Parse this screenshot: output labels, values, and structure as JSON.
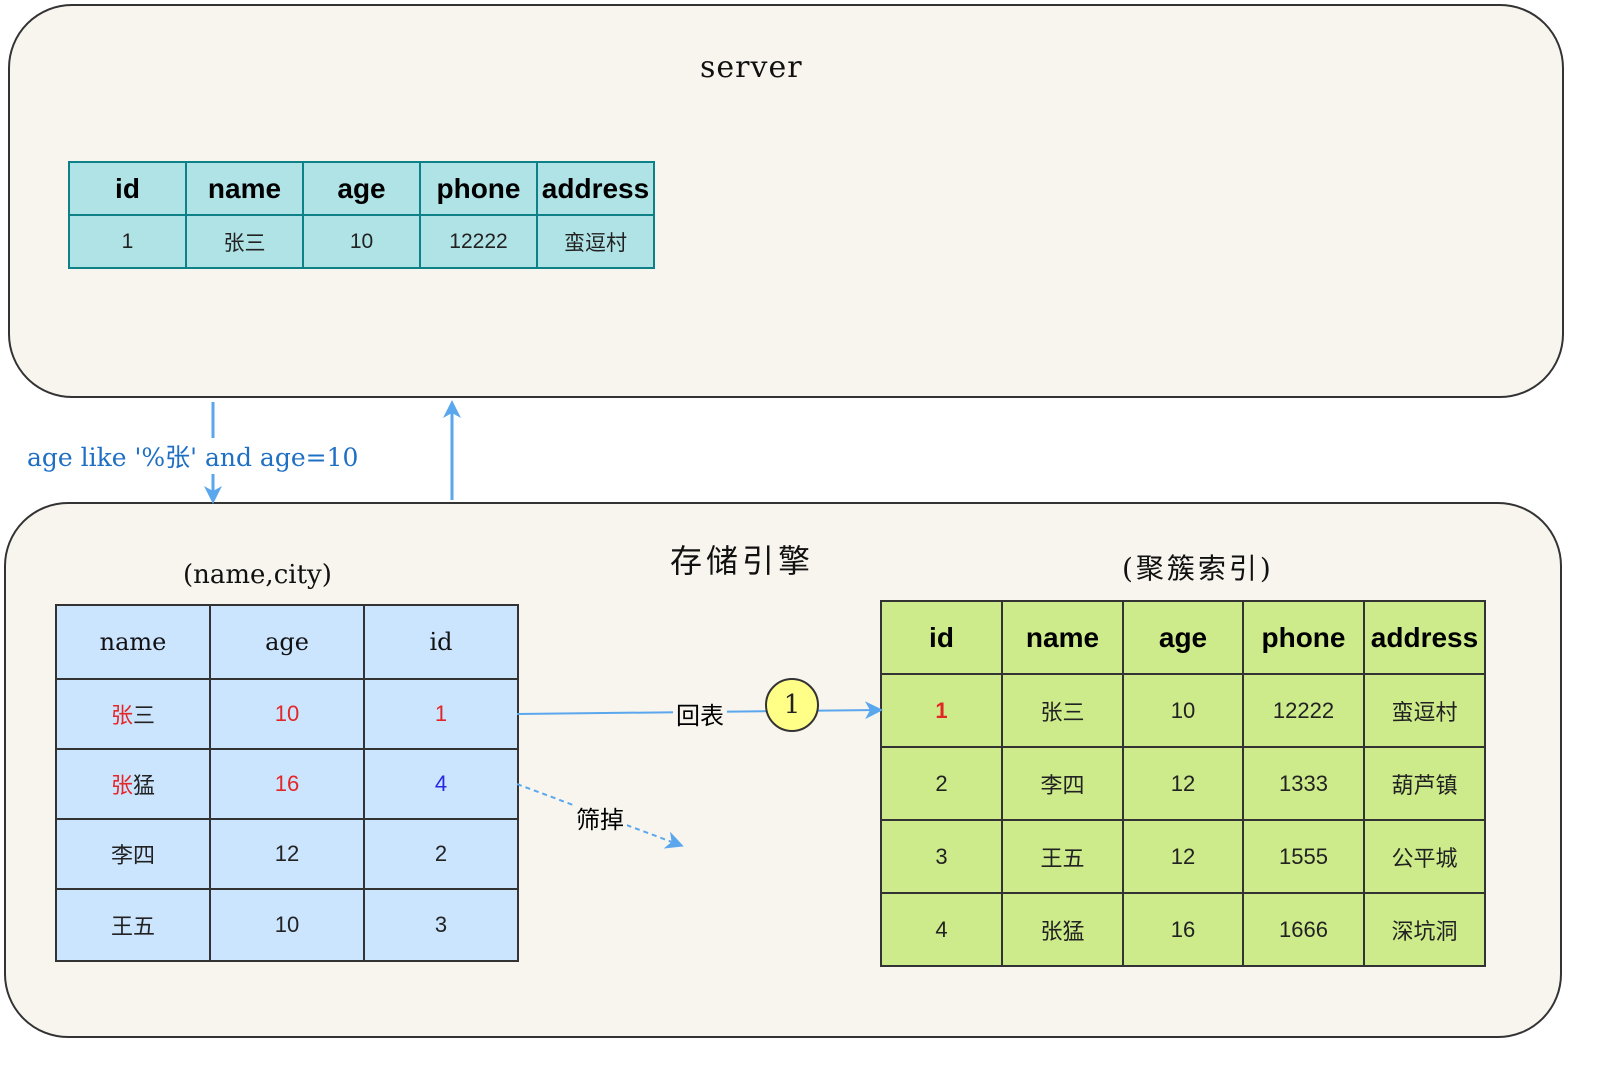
{
  "server": {
    "title": "server",
    "table": {
      "headers": [
        "id",
        "name",
        "age",
        "phone",
        "address"
      ],
      "rows": [
        [
          "1",
          "张三",
          "10",
          "12222",
          "蛮逗村"
        ]
      ]
    }
  },
  "query_label": "age like '%张' and age=10",
  "engine": {
    "title": "存储引擎",
    "index_title": "(name,city)",
    "index_table": {
      "headers": [
        "name",
        "age",
        "id"
      ],
      "rows": [
        [
          {
            "prefix": "张",
            "rest": "三"
          },
          "10",
          "1"
        ],
        [
          {
            "prefix": "张",
            "rest": "猛"
          },
          "16",
          "4"
        ],
        [
          "李四",
          "12",
          "2"
        ],
        [
          "王五",
          "10",
          "3"
        ]
      ]
    },
    "clustered_title": "(聚簇索引)",
    "clustered_table": {
      "headers": [
        "id",
        "name",
        "age",
        "phone",
        "address"
      ],
      "rows": [
        [
          "1",
          "张三",
          "10",
          "12222",
          "蛮逗村"
        ],
        [
          "2",
          "李四",
          "12",
          "1333",
          "葫芦镇"
        ],
        [
          "3",
          "王五",
          "12",
          "1555",
          "公平城"
        ],
        [
          "4",
          "张猛",
          "16",
          "1666",
          "深坑洞"
        ]
      ]
    }
  },
  "edges": {
    "lookup_label": "回表",
    "filter_label": "筛掉",
    "step_number": "1"
  },
  "colors": {
    "arrow": "#5aa7ee",
    "query_text": "#1f6fc4",
    "highlight_red": "#e32626",
    "highlight_blue": "#2828e0"
  }
}
